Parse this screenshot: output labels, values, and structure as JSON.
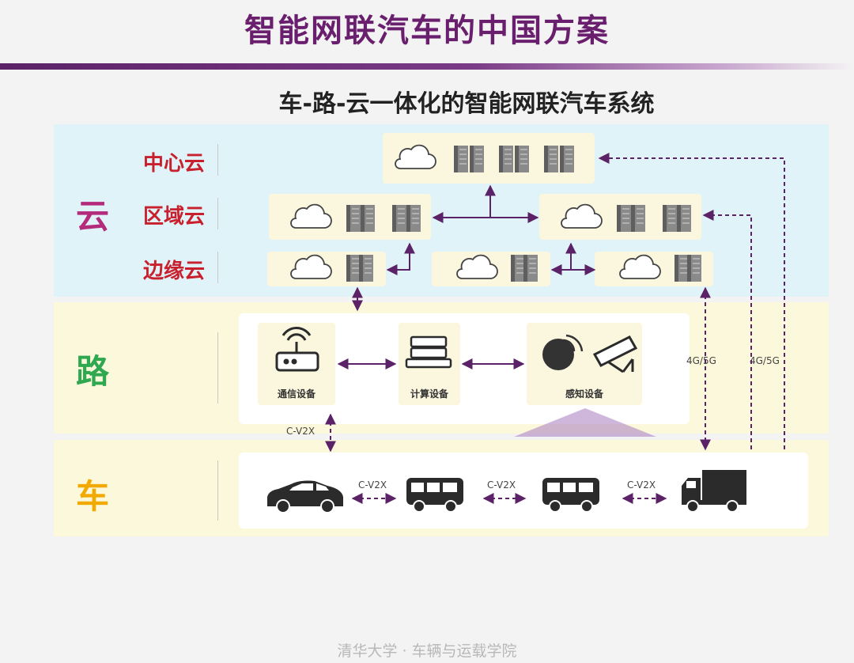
{
  "slide_title": "智能网联汽车的中国方案",
  "diagram_title": "车-路-云一体化的智能网联汽车系统",
  "layers": {
    "cloud": {
      "label": "云",
      "color": "#b32b7a",
      "sub_labels": {
        "center": "中心云",
        "regional": "区域云",
        "edge": "边缘云"
      }
    },
    "road": {
      "label": "路",
      "color": "#2fa84f",
      "devices": {
        "comm": "通信设备",
        "compute": "计算设备",
        "sense": "感知设备"
      }
    },
    "vehicle": {
      "label": "车",
      "color": "#f2a900"
    }
  },
  "links": {
    "cv2x": "C-V2X",
    "cellular": "4G/5G"
  },
  "colors": {
    "arrow": "#5b2268",
    "sub_label": "#c8202c"
  },
  "footer": "清华大学 · 车辆与运载学院"
}
